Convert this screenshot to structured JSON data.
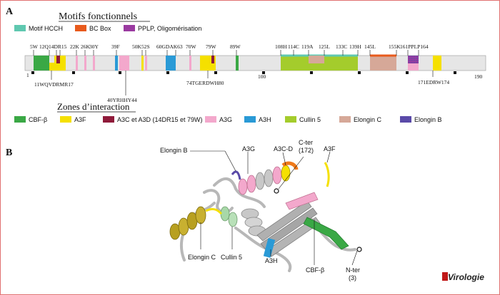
{
  "panel_a": {
    "letter": "A",
    "motifs_title": "Motifs fonctionnels",
    "motif_legend": [
      {
        "label": "Motif HCCH",
        "color": "#5fc8b0"
      },
      {
        "label": "BC Box",
        "color": "#e85a1c"
      },
      {
        "label": "PPLP, Oligomérisation",
        "color": "#9a3aa0"
      }
    ],
    "axis_ticks": [
      "1",
      "100",
      "190"
    ],
    "residue_labels": {
      "r5": "5W",
      "r12": "12Q",
      "r14": "14DR15",
      "r22": "22K",
      "r26": "26K",
      "r30": "30Y",
      "r39": "39F",
      "r50": "50K",
      "r52": "52S",
      "r60": "60GDAK63",
      "r70": "70W",
      "r79": "79W",
      "r89": "89W",
      "r108": "108H",
      "r114": "114C",
      "r119": "119A",
      "r125": "125L",
      "r133": "133C",
      "r139": "139H",
      "r145": "145L",
      "r155": "155K",
      "r161": "161PPLP164",
      "b11": "11WQVDRMR17",
      "b40": "40YRHHY44",
      "b74": "74TGERDWH80",
      "b171": "171EDRW174"
    },
    "zones_title": "Zones d’interaction",
    "zone_legend": [
      {
        "label": "CBF-β",
        "color": "#3aa845"
      },
      {
        "label": "A3F",
        "color": "#f5e000"
      },
      {
        "label": "A3C et A3D (14DR15 et 79W)",
        "color": "#8f1a3a"
      },
      {
        "label": "A3G",
        "color": "#f3a8cc"
      },
      {
        "label": "A3H",
        "color": "#2a9ad6"
      },
      {
        "label": "Cullin 5",
        "color": "#a4cc2c"
      },
      {
        "label": "Elongin C",
        "color": "#d6a898"
      },
      {
        "label": "Elongin B",
        "color": "#5a4aa8"
      }
    ]
  },
  "panel_b": {
    "letter": "B",
    "labels": {
      "elongin_b": "Elongin B",
      "a3g": "A3G",
      "a3cd": "A3C-D",
      "cter1": "C-ter",
      "cter2": "(172)",
      "a3f": "A3F",
      "elongin_c": "Elongin C",
      "cullin5": "Cullin 5",
      "a3h": "A3H",
      "cbfb": "CBF-β",
      "nter1": "N-ter",
      "nter2": "(3)"
    },
    "logo": "Virologie"
  }
}
